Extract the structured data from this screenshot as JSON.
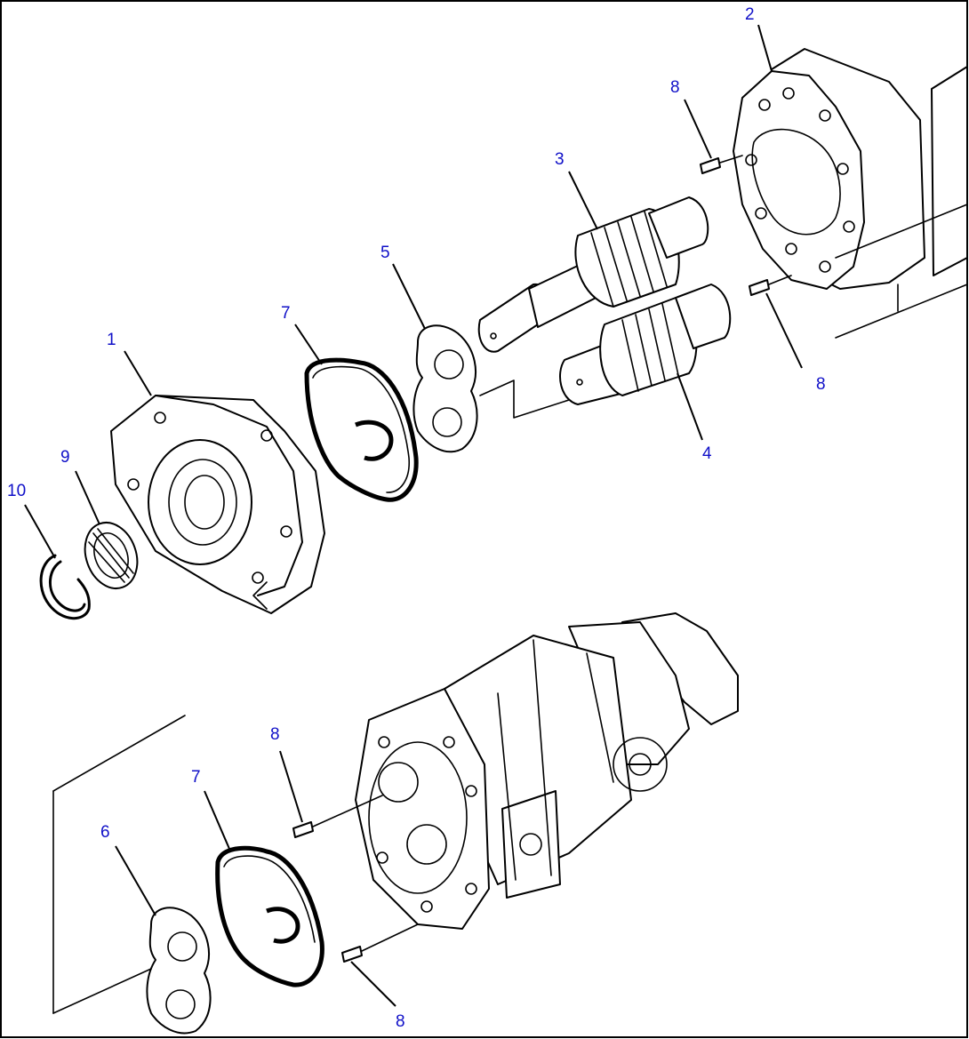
{
  "callouts": {
    "c1": "1",
    "c2": "2",
    "c3": "3",
    "c4": "4",
    "c5": "5",
    "c6": "6",
    "c7a": "7",
    "c7b": "7",
    "c8a": "8",
    "c8b": "8",
    "c8c": "8",
    "c8d": "8",
    "c9": "9",
    "c10": "10"
  },
  "colors": {
    "callout_text": "#1010c8",
    "line_art": "#000000",
    "background": "#ffffff"
  }
}
